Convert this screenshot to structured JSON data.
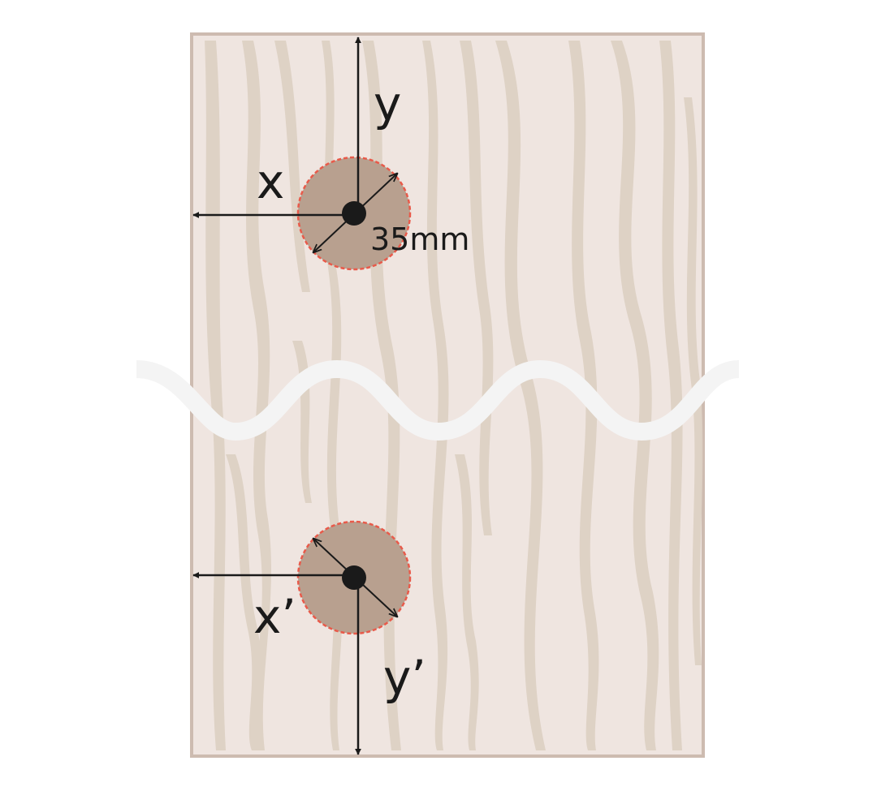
{
  "colors": {
    "board_fill": "#efe5e0",
    "board_border": "#cdbbb0",
    "grain": "#ddd0c3",
    "hole_fill": "#b8a08f",
    "hole_outline": "#e85a4a",
    "ink": "#1a1a1a",
    "break_line": "#f4f4f4"
  },
  "labels": {
    "top_x": "x",
    "top_y": "y",
    "diameter": "35mm",
    "bottom_x": "x’",
    "bottom_y": "y’"
  }
}
